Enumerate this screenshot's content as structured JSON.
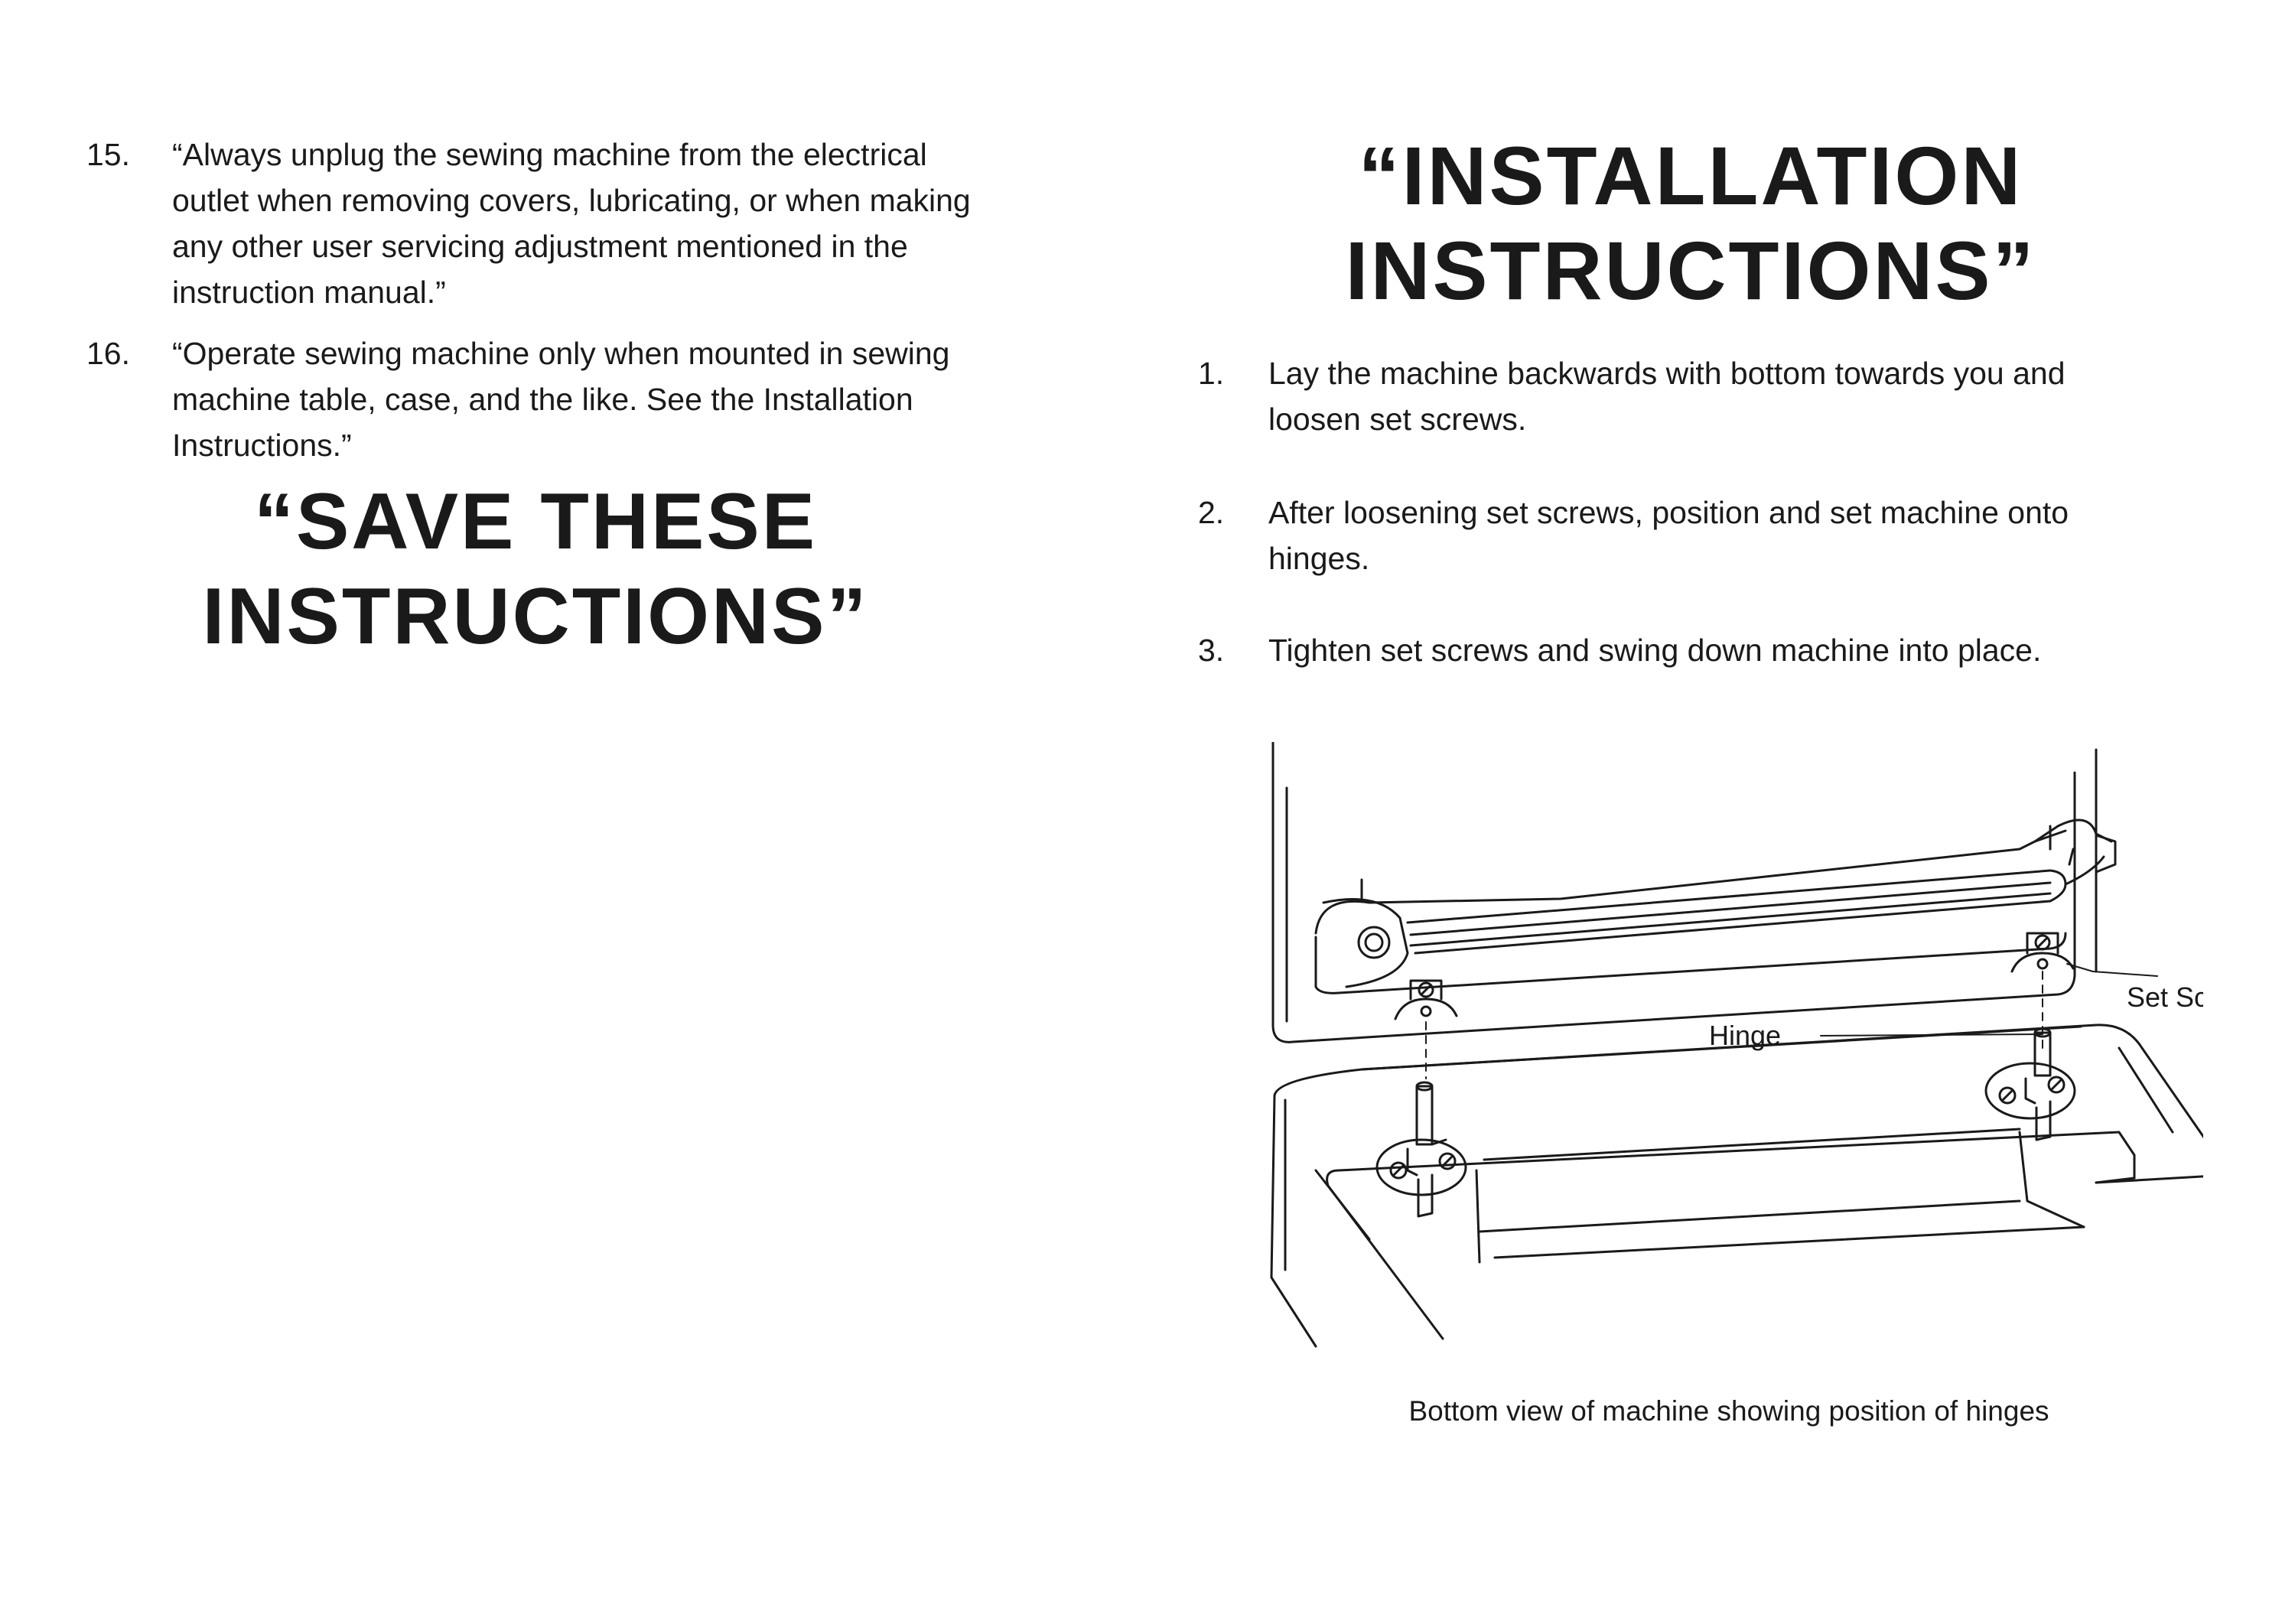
{
  "left": {
    "items": [
      {
        "number": "15.",
        "lines": [
          "“Always unplug the sewing machine from the electrical",
          "outlet when removing covers, lubricating, or when making",
          "any other user servicing adjustment mentioned in the",
          "instruction manual.”"
        ]
      },
      {
        "number": "16.",
        "lines": [
          "“Operate sewing machine only when mounted in sewing",
          "machine table, case, and the like.  See the Installation",
          "Instructions.”"
        ]
      }
    ],
    "heading": [
      "“SAVE THESE",
      "INSTRUCTIONS”"
    ]
  },
  "right": {
    "heading": [
      "“INSTALLATION",
      "INSTRUCTIONS”"
    ],
    "steps": [
      {
        "number": "1.",
        "lines": [
          "Lay the machine backwards with bottom towards you and",
          "loosen set screws."
        ]
      },
      {
        "number": "2.",
        "lines": [
          "After loosening set screws, position and set machine onto",
          "hinges."
        ]
      },
      {
        "number": "3.",
        "lines": [
          "Tighten set screws and swing down machine into place."
        ]
      }
    ],
    "figure": {
      "label_hinge": "Hinge",
      "label_set_screw": "Set Screw",
      "caption": "Bottom view of machine showing position of hinges"
    }
  }
}
